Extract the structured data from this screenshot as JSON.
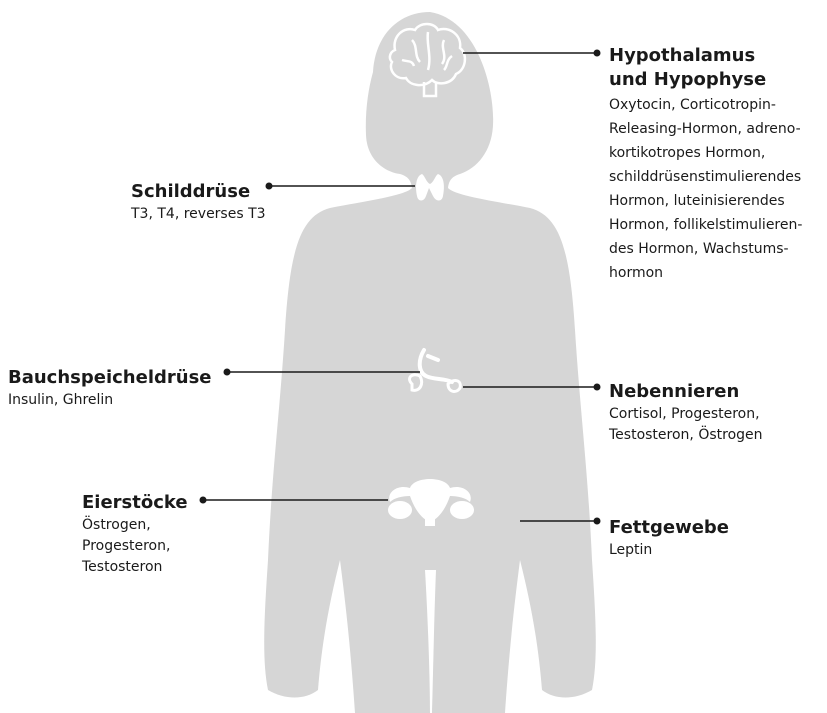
{
  "organs": {
    "hypothalamus": {
      "title_lines": [
        "Hypothalamus",
        "und Hypophyse"
      ],
      "desc_lines": [
        "Oxytocin, Corticotropin-",
        "Releasing-Hormon, adreno-",
        "kortikotropes Hormon,",
        "schilddrüsenstimulierendes",
        "Hormon, luteinisierendes",
        "Hormon, follikelstimulieren-",
        "des Hormon, Wachstums-",
        "hormon"
      ]
    },
    "schilddruese": {
      "title": "Schilddrüse",
      "desc": "T3, T4, reverses T3"
    },
    "bauchspeicheldruese": {
      "title": "Bauchspeicheldrüse",
      "desc": "Insulin, Ghrelin"
    },
    "nebennieren": {
      "title": "Nebennieren",
      "desc_lines": [
        "Cortisol, Progesteron,",
        "Testosteron, Östrogen"
      ]
    },
    "eierstoecke": {
      "title": "Eierstöcke",
      "desc_lines": [
        "Östrogen,",
        "Progesteron,",
        "Testosteron"
      ]
    },
    "fettgewebe": {
      "title": "Fettgewebe",
      "desc": "Leptin"
    }
  },
  "colors": {
    "silhouette": "#d6d6d6",
    "organ": "#ffffff",
    "line": "#1a1a1a",
    "text": "#1a1a1a"
  },
  "icons": [
    "brain-icon",
    "thyroid-icon",
    "pancreas-icon",
    "adrenal-glands-icon",
    "uterus-ovaries-icon"
  ]
}
